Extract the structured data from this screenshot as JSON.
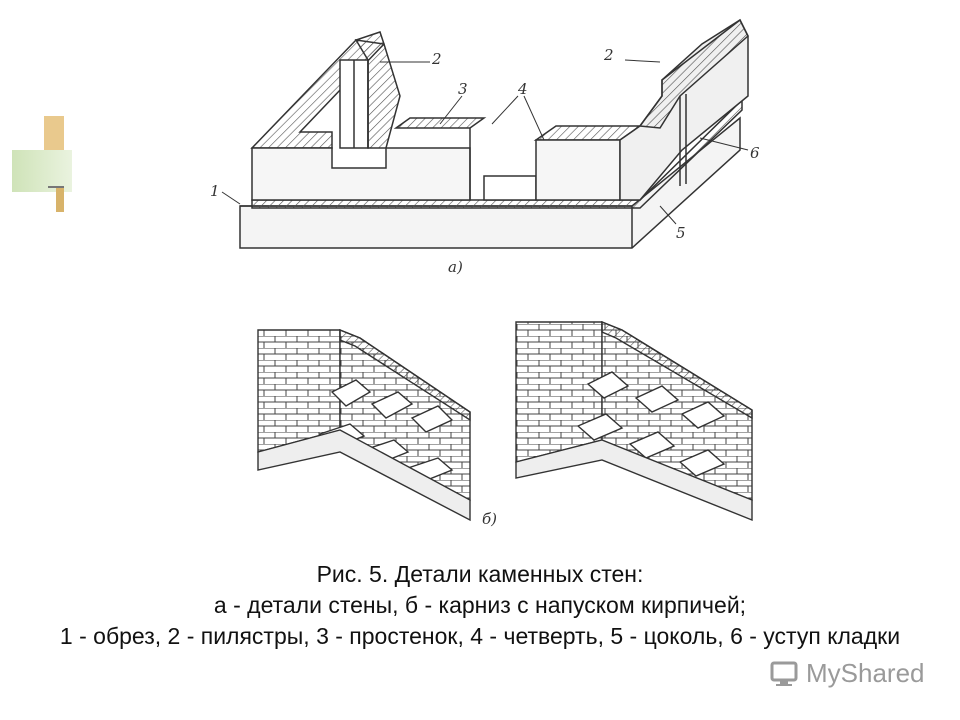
{
  "figure": {
    "labels": {
      "n1": "1",
      "n2a": "2",
      "n2b": "2",
      "n3": "3",
      "n4": "4",
      "n5": "5",
      "n6": "6",
      "a": "а)",
      "b": "б)"
    }
  },
  "caption": {
    "line1": "Рис. 5. Детали каменных стен:",
    "line2": "а - детали стены, б - карниз с напуском кирпичей;",
    "line3": "1 - обрез, 2 - пилястры, 3 - простенок, 4 - четверть, 5 - цоколь, 6 - уступ кладки"
  },
  "watermark": {
    "text": "MyShared",
    "icon": "myshared-logo-icon"
  },
  "colors": {
    "line": "#333333",
    "hatch": "#555555",
    "accent_gold": "#e9c98d",
    "accent_green": "#cfe3b8"
  }
}
